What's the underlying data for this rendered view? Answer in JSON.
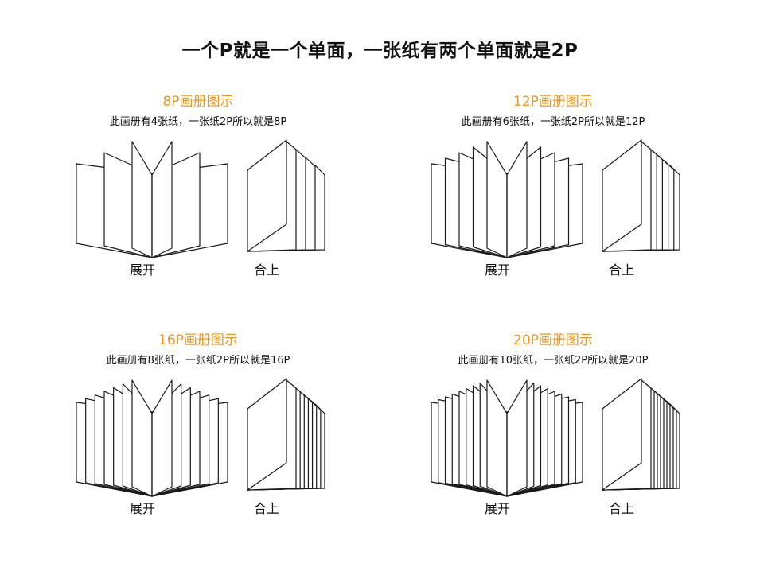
{
  "title": "一个P就是一个单面，一张纸有两个单面就是2P",
  "accent_color": "#F0961E",
  "panels": [
    {
      "title": "8P画册图示",
      "subtitle": "此画册有4张纸，一张纸2P所以就是8P",
      "sheets": 4,
      "open_label": "展开",
      "closed_label": "合上"
    },
    {
      "title": "12P画册图示",
      "subtitle": "此画册有6张纸，一张纸2P所以就是12P",
      "sheets": 6,
      "open_label": "展开",
      "closed_label": "合上"
    },
    {
      "title": "16P画册图示",
      "subtitle": "此画册有8张纸，一张纸2P所以就是16P",
      "sheets": 8,
      "open_label": "展开",
      "closed_label": "合上"
    },
    {
      "title": "20P画册图示",
      "subtitle": "此画册有10张纸，一张纸2P所以就是20P",
      "sheets": 10,
      "open_label": "展开",
      "closed_label": "合上"
    }
  ]
}
